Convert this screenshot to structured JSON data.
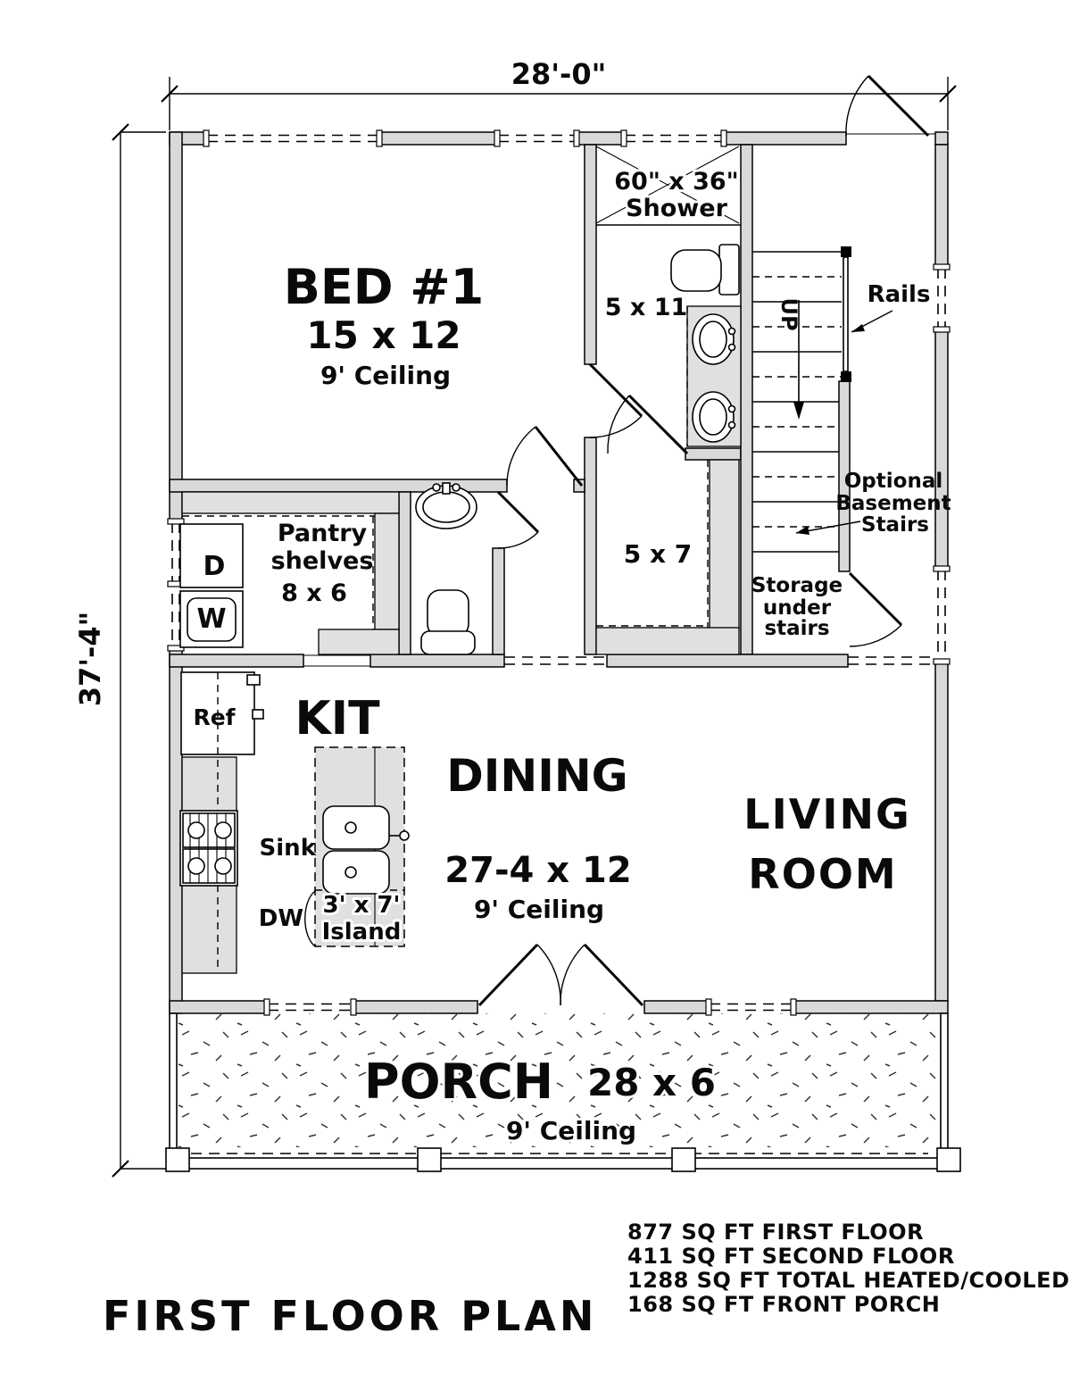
{
  "dimensions": {
    "width": "28'-0\"",
    "height": "37'-4\""
  },
  "rooms": {
    "bed1": {
      "name": "BED #1",
      "size": "15 x 12",
      "ceiling": "9' Ceiling"
    },
    "shower": {
      "size": "60\" x 36\"",
      "label": "Shower"
    },
    "bath": {
      "size": "5 x 11"
    },
    "closet": {
      "size": "5 x 7"
    },
    "pantry": {
      "line1": "Pantry",
      "line2": "shelves",
      "size": "8 x 6"
    },
    "storage": {
      "line1": "Storage",
      "line2": "under",
      "line3": "stairs"
    },
    "laundry": {
      "dryer": "D",
      "washer": "W"
    },
    "dining": {
      "name": "DINING",
      "size": "27-4 x 12",
      "ceiling": "9' Ceiling"
    },
    "living": {
      "line1": "LIVING",
      "line2": "ROOM"
    },
    "porch": {
      "name": "PORCH",
      "size": "28 x 6",
      "ceiling": "9' Ceiling"
    }
  },
  "kitchen": {
    "label": "KIT",
    "ref": "Ref",
    "sink": "Sink",
    "dw": "DW",
    "island_size": "3' x 7'",
    "island_label": "Island"
  },
  "stairs": {
    "up": "UP",
    "rails": "Rails",
    "note1": "Optional",
    "note2": "Basement",
    "note3": "Stairs"
  },
  "stats": [
    "877 SQ FT FIRST FLOOR",
    "411 SQ FT SECOND FLOOR",
    "1288 SQ FT TOTAL HEATED/COOLED",
    "168 SQ FT FRONT PORCH"
  ],
  "title": "FIRST FLOOR PLAN",
  "colors": {
    "wall_fill": "#d9d9d9",
    "counter_fill": "#e0e0e0",
    "line": "#000000",
    "background": "#ffffff"
  }
}
